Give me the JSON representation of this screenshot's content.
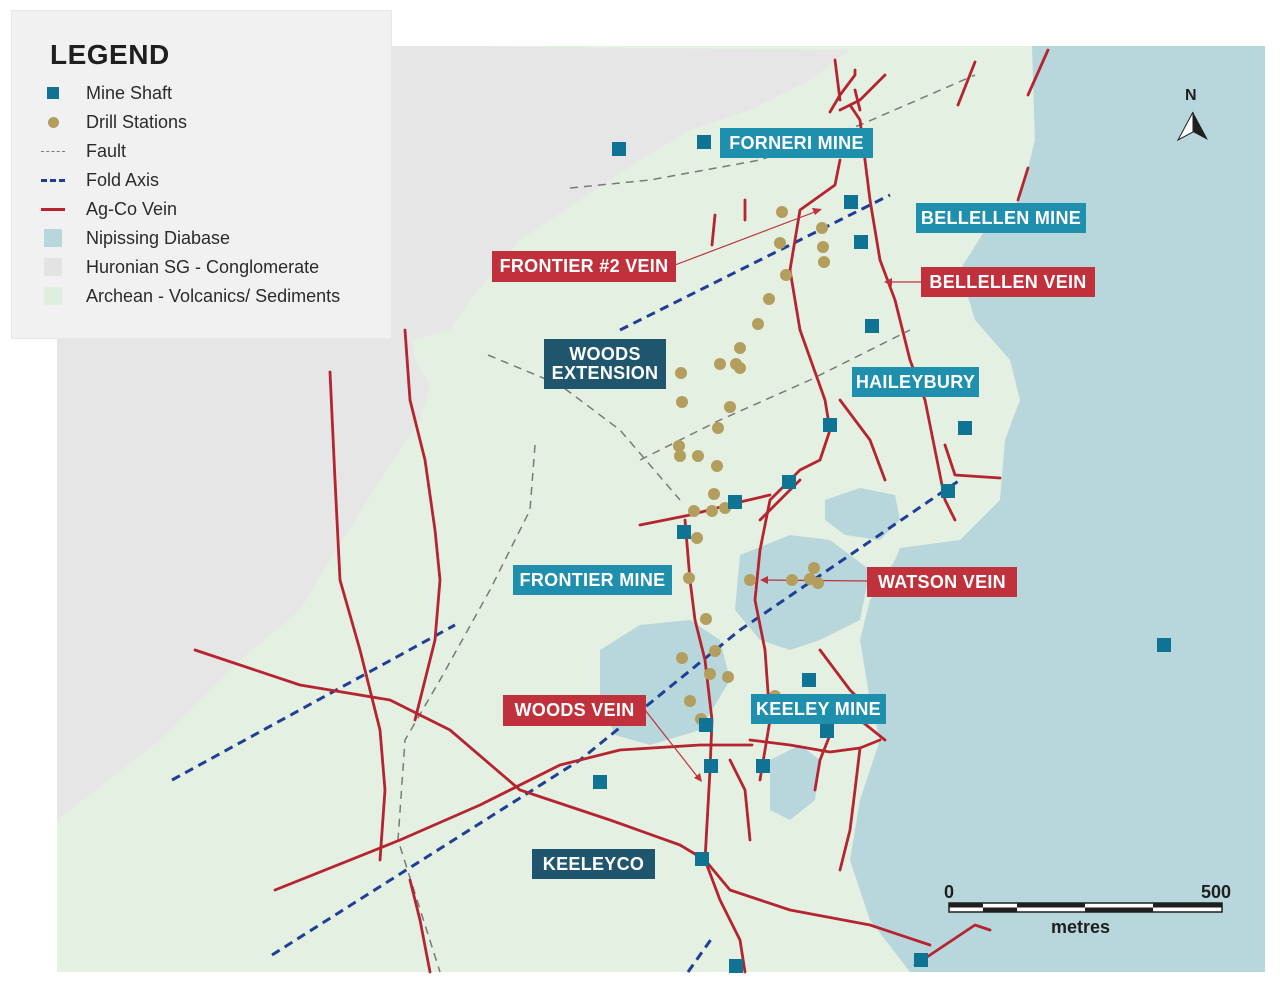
{
  "legend": {
    "title": "LEGEND",
    "items": [
      {
        "symbol": "square",
        "label": "Mine Shaft",
        "color": "#0f7394"
      },
      {
        "symbol": "dot",
        "label": "Drill Stations",
        "color": "#b49e5e"
      },
      {
        "symbol": "fault",
        "label": "Fault",
        "color": "#7a7a7a"
      },
      {
        "symbol": "fold",
        "label": "Fold Axis",
        "color": "#1f3f97"
      },
      {
        "symbol": "vein",
        "label": "Ag-Co Vein",
        "color": "#b5242f"
      },
      {
        "symbol": "box",
        "label": "Nipissing Diabase",
        "color": "#b7d7dc"
      },
      {
        "symbol": "box",
        "label": "Huronian SG - Conglomerate",
        "color": "#e6e6e6"
      },
      {
        "symbol": "box",
        "label": "Archean - Volcanics/ Sediments",
        "color": "#e4f0e2"
      }
    ]
  },
  "labels": {
    "forneri_mine": "FORNERI MINE",
    "bellellen_mine": "BELLELLEN MINE",
    "frontier_2_vein": "FRONTIER #2 VEIN",
    "bellellen_vein": "BELLELLEN VEIN",
    "woods_extension": "WOODS\nEXTENSION",
    "haileybury": "HAILEYBURY",
    "frontier_mine": "FRONTIER MINE",
    "watson_vein": "WATSON VEIN",
    "woods_vein": "WOODS VEIN",
    "keeley_mine": "KEELEY MINE",
    "keeleyco": "KEELEYCO"
  },
  "north_arrow": "N",
  "scale_bar": {
    "start": "0",
    "end": "500",
    "unit": "metres"
  },
  "colors": {
    "mine_label": "#1f8fae",
    "vein_label": "#c0313c",
    "dark_label": "#1f566e",
    "water": "#b7d7dc",
    "archean": "#e4f0e2",
    "huronian": "#e6e6e6"
  }
}
